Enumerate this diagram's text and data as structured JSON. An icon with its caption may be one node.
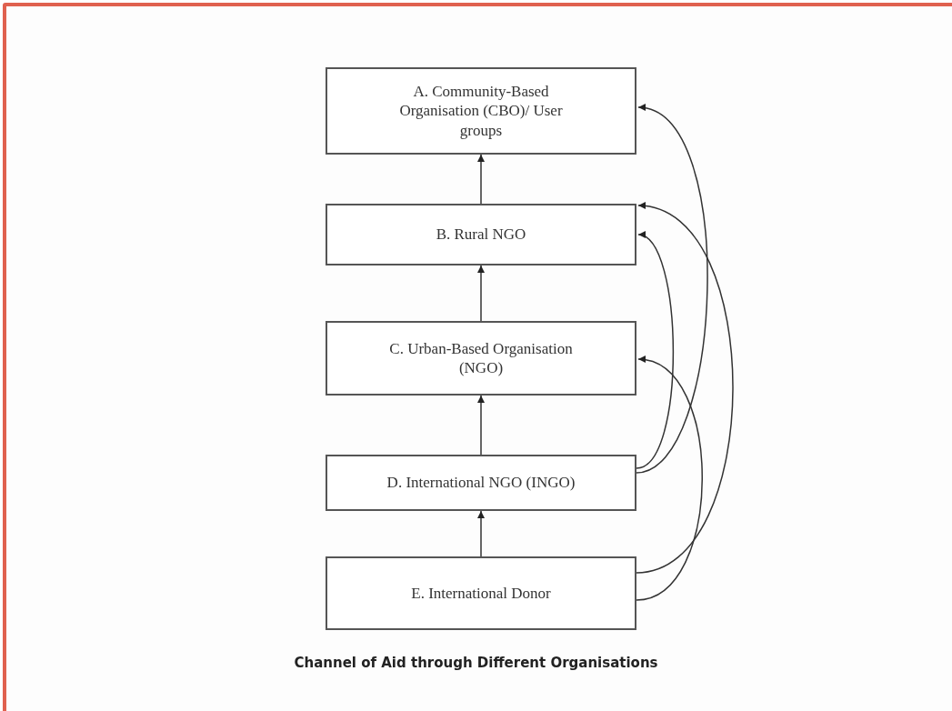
{
  "diagram": {
    "caption": "Channel of Aid through Different Organisations",
    "nodes": [
      {
        "text": [
          "A. Community-Based Organisation (CBO)/ User groups"
        ]
      },
      {
        "text": [
          "B. Rural NGO"
        ]
      },
      {
        "text": [
          "C. Urban-Based Organisation (NGO)"
        ]
      },
      {
        "text": [
          "D. International NGO (INGO)"
        ]
      },
      {
        "text": [
          "E. International Donor"
        ]
      }
    ],
    "edges": [
      {
        "from": 4,
        "to": 3,
        "arrow": "to"
      },
      {
        "from": 3,
        "to": 2,
        "arrow": "to"
      },
      {
        "from": 2,
        "to": 1,
        "arrow": "to"
      },
      {
        "from": 1,
        "to": 0,
        "arrow": "to"
      },
      {
        "from": 3,
        "to": 0,
        "arrow": "to"
      },
      {
        "from": 3,
        "to": 1,
        "arrow": "to"
      },
      {
        "from": 4,
        "to": 1,
        "arrow": "to"
      },
      {
        "from": 4,
        "to": 2,
        "arrow": "to"
      }
    ]
  }
}
